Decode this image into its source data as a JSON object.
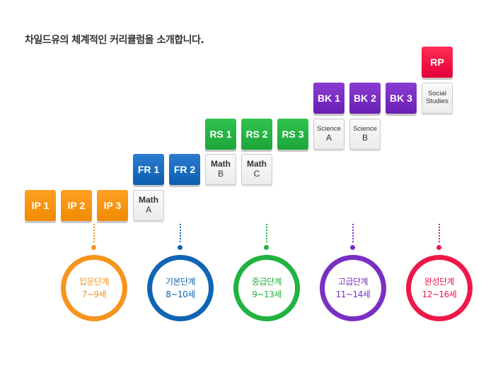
{
  "title": "차일드유의 체계적인 커리큘럼을 소개합니다.",
  "colors": {
    "orange": "#f7941d",
    "blue": "#0f64b4",
    "green": "#22b340",
    "purple": "#7a2fc4",
    "red": "#ed1848"
  },
  "blocks": {
    "ip1": "IP 1",
    "ip2": "IP 2",
    "ip3": "IP 3",
    "math_a": [
      "Math",
      "A"
    ],
    "fr1": "FR 1",
    "fr2": "FR 2",
    "math_b": [
      "Math",
      "B"
    ],
    "math_c": [
      "Math",
      "C"
    ],
    "rs1": "RS 1",
    "rs2": "RS 2",
    "rs3": "RS 3",
    "science_a": [
      "Science",
      "A"
    ],
    "science_b": [
      "Science",
      "B"
    ],
    "bk1": "BK 1",
    "bk2": "BK 2",
    "bk3": "BK 3",
    "social_studies": [
      "Social",
      "Studies"
    ],
    "rp": "RP"
  },
  "stages": [
    {
      "name": "입문단계",
      "ages": "7~9세"
    },
    {
      "name": "기본단계",
      "ages": "8~10세"
    },
    {
      "name": "중급단계",
      "ages": "9~13세"
    },
    {
      "name": "고급단계",
      "ages": "11~14세"
    },
    {
      "name": "완성단계",
      "ages": "12~16세"
    }
  ]
}
